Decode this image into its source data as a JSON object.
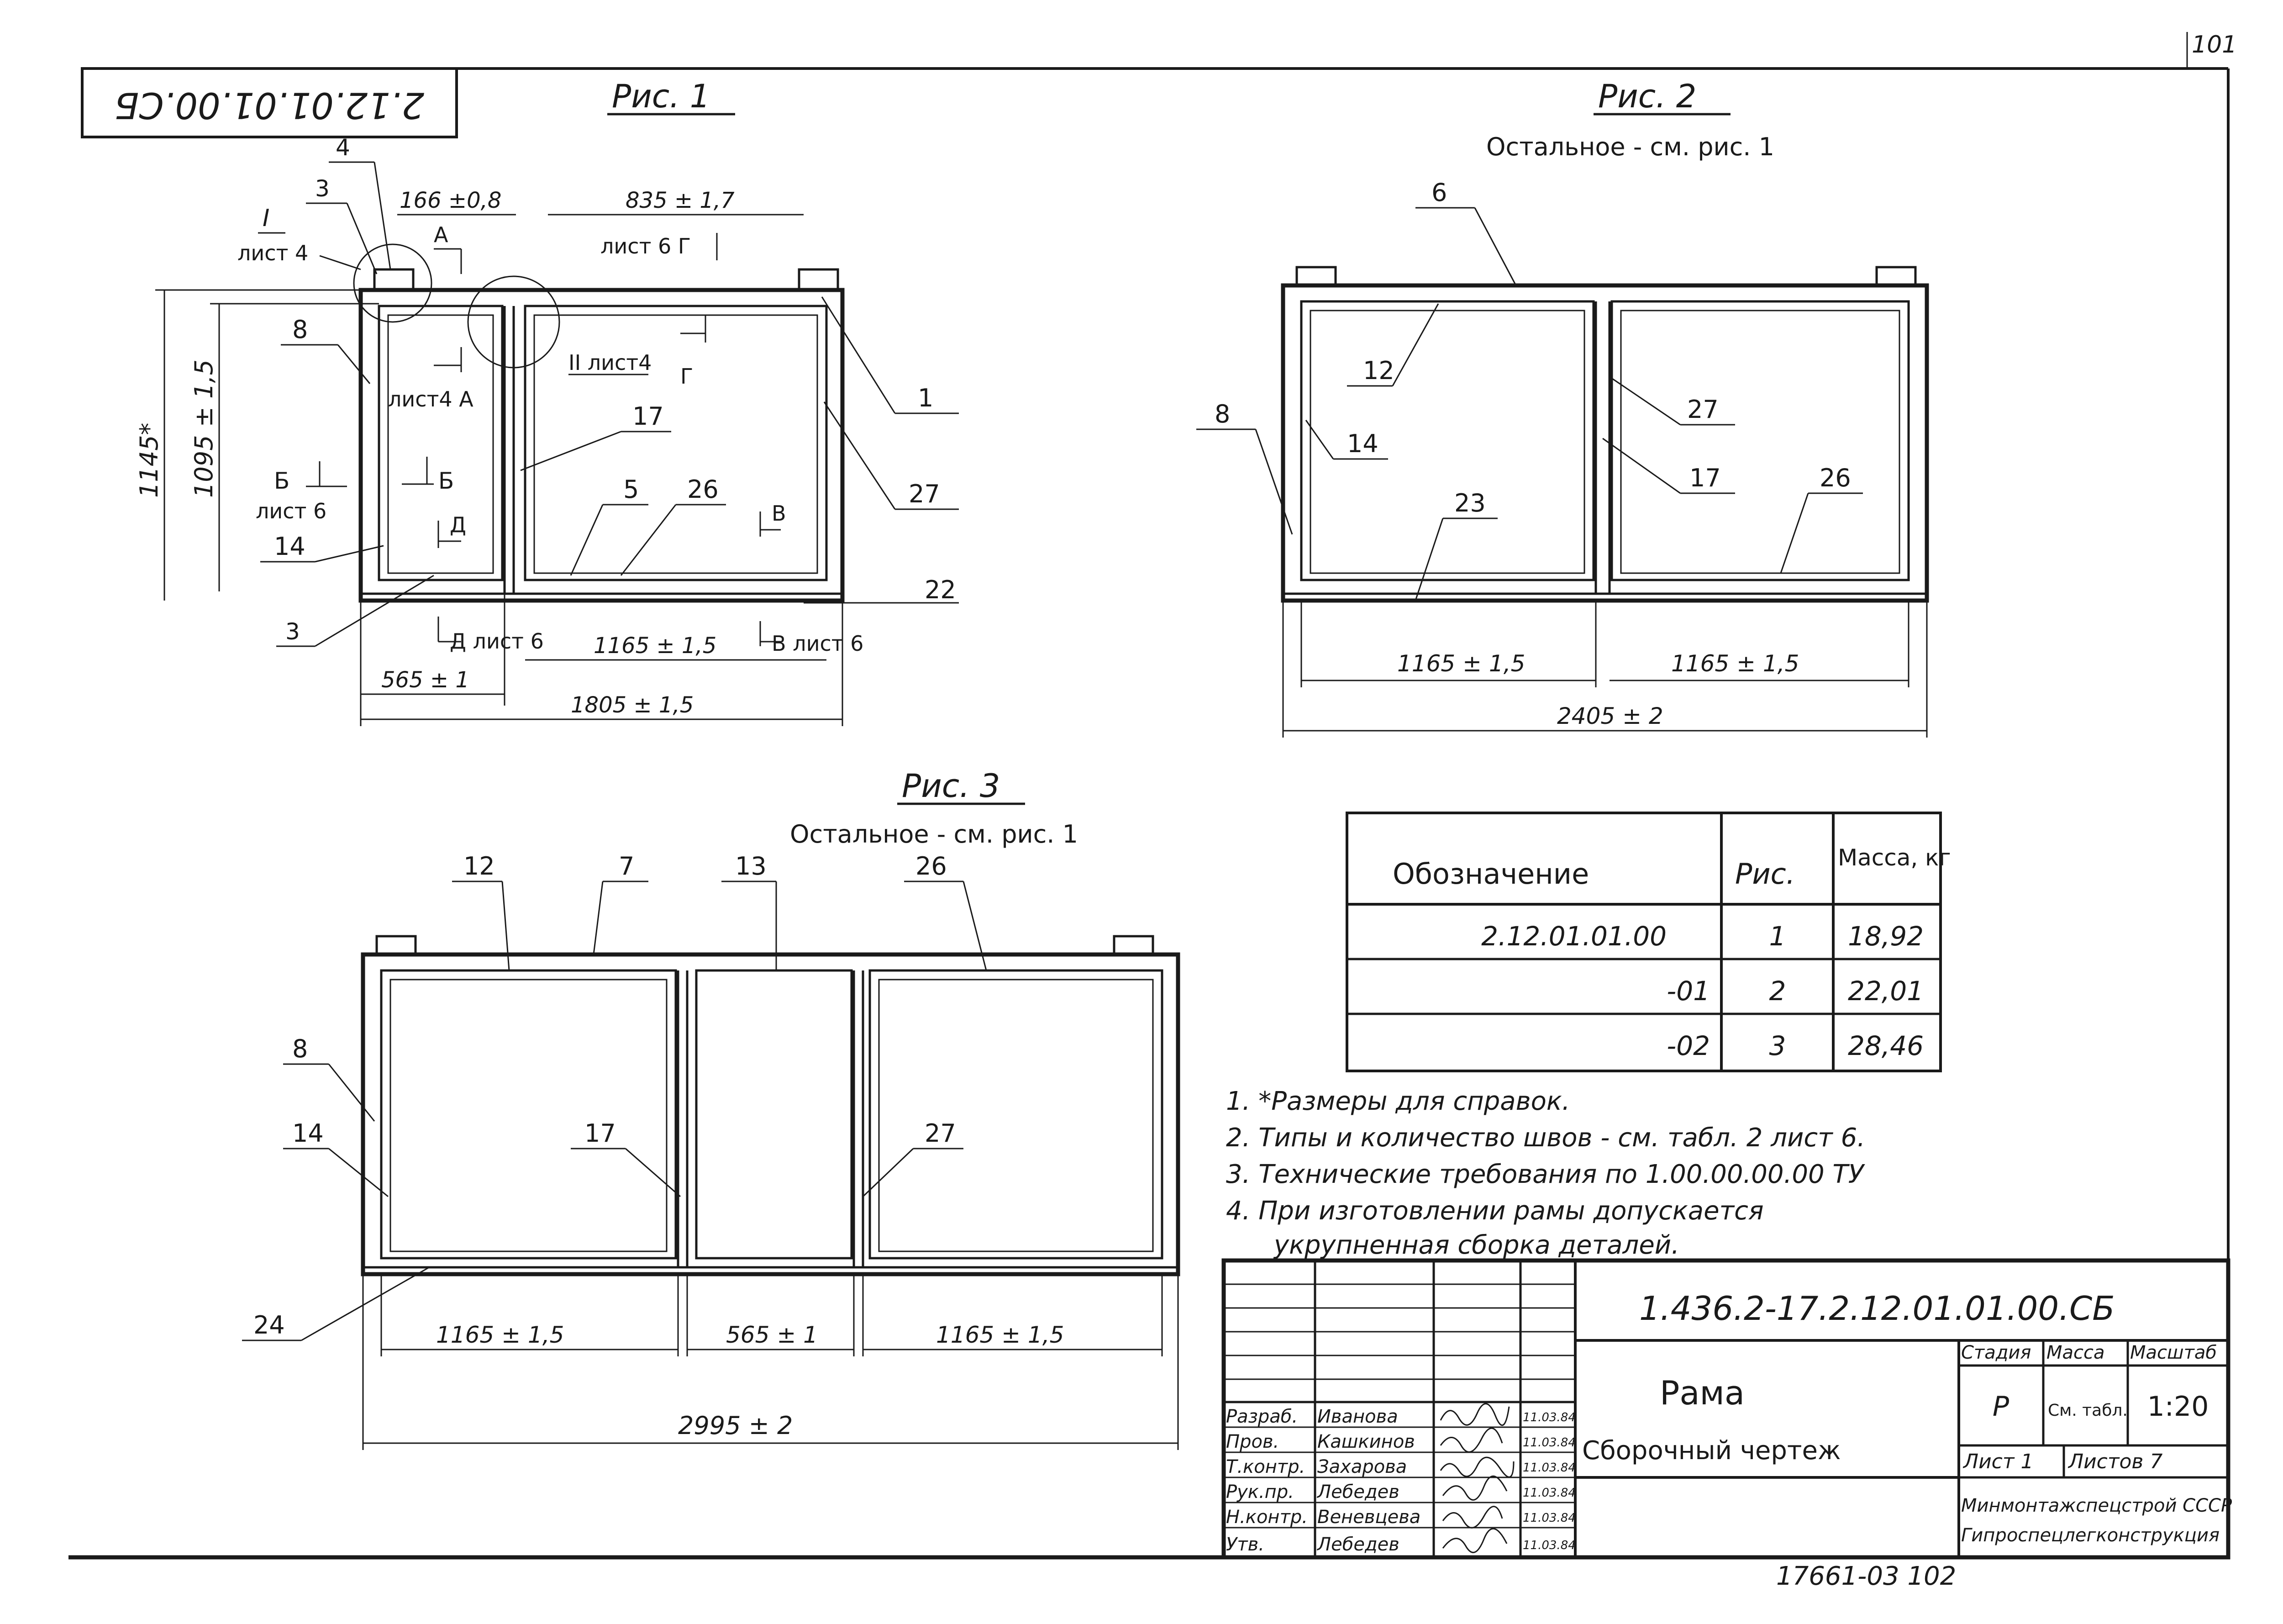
{
  "sheet_number": "101",
  "stamp_code": "2.12.01.01.00.СБ",
  "bottom_code": "17661-03 102",
  "fig1": {
    "title": "Рис. 1",
    "dims": {
      "d166": "166 ±0,8",
      "d835": "835 ± 1,7",
      "d1145": "1145*",
      "d1095": "1095 ± 1,5",
      "d1165": "1165 ± 1,5",
      "d565": "565 ± 1",
      "d1805": "1805 ± 1,5"
    },
    "callouts": [
      "4",
      "3",
      "8",
      "14",
      "3",
      "1",
      "27",
      "17",
      "5",
      "26",
      "22"
    ],
    "sections": {
      "T": "I",
      "T_sheet": "лист 4",
      "A_top": "А",
      "A_sheet": "лист4 А",
      "II": "II лист4",
      "G_label": "лист 6 Г",
      "G_lower": "Г",
      "B_label": "Б",
      "B_sheet": "лист 6",
      "B_arrow": "Б",
      "D_top": "Д",
      "D_sheet": "Д лист 6",
      "V_top": "В",
      "V_sheet": "В лист 6"
    }
  },
  "fig2": {
    "title": "Рис. 2",
    "subtitle": "Остальное - см. рис. 1",
    "dims": {
      "d1165a": "1165 ± 1,5",
      "d1165b": "1165 ± 1,5",
      "d2405": "2405 ± 2"
    },
    "callouts": [
      "6",
      "12",
      "8",
      "14",
      "27",
      "17",
      "26",
      "23"
    ]
  },
  "fig3": {
    "title": "Рис. 3",
    "subtitle": "Остальное - см. рис. 1",
    "dims": {
      "d1165a": "1165 ± 1,5",
      "d565": "565 ± 1",
      "d1165b": "1165 ± 1,5",
      "d2995": "2995 ± 2"
    },
    "callouts": [
      "12",
      "7",
      "13",
      "26",
      "8",
      "14",
      "17",
      "27",
      "24"
    ]
  },
  "mass_table": {
    "headers": [
      "Обозначение",
      "Рис.",
      "Масса, кг"
    ],
    "rows": [
      [
        "2.12.01.01.00",
        "1",
        "18,92"
      ],
      [
        "-01",
        "2",
        "22,01"
      ],
      [
        "-02",
        "3",
        "28,46"
      ]
    ]
  },
  "notes": [
    "1. *Размеры для справок.",
    "2. Типы и количество швов - см. табл. 2 лист 6.",
    "3. Технические требования по 1.00.00.00.00 ТУ",
    "4. При изготовлении рамы допускается",
    "укрупненная сборка деталей."
  ],
  "title_block": {
    "designation": "1.436.2-17.2.12.01.01.00.СБ",
    "name": "Рама",
    "doc_type": "Сборочный чертеж",
    "stage_label": "Стадия",
    "mass_label": "Масса",
    "scale_label": "Масштаб",
    "stage": "Р",
    "mass": "См. табл.",
    "scale": "1:20",
    "sheet_label": "Лист 1",
    "sheets_label": "Листов 7",
    "org1": "Минмонтажспецстрой СССР",
    "org2": "Гипроспецлегконструкция",
    "roles": [
      "Разраб.",
      "Пров.",
      "Т.контр.",
      "Рук.пр.",
      "Н.контр.",
      "Утв."
    ],
    "names": [
      "Иванова",
      "Кашкинов",
      "Захарова",
      "Лебедев",
      "Веневцева",
      "Лебедев"
    ],
    "dates": [
      "11.03.84",
      "11.03.84",
      "11.03.84",
      "11.03.84",
      "11.03.84",
      "11.03.84"
    ]
  }
}
